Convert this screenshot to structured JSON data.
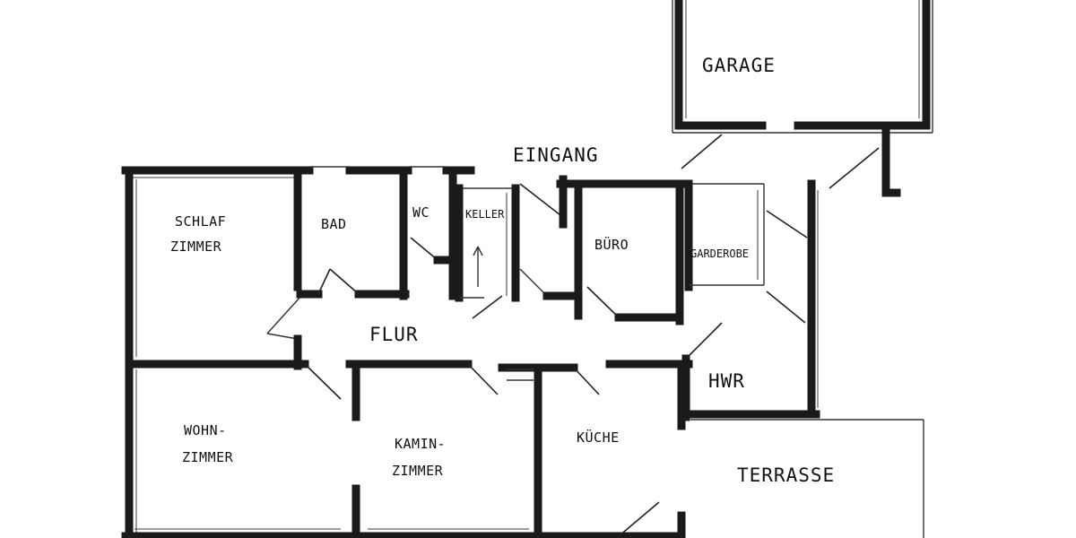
{
  "rooms": {
    "garage": "GARAGE",
    "eingang": "EINGANG",
    "schlaf_line1": "SCHLAF",
    "schlaf_line2": "ZIMMER",
    "bad": "BAD",
    "wc": "WC",
    "keller": "KELLER",
    "buero": "BÜRO",
    "garderobe": "GARDEROBE",
    "flur": "FLUR",
    "hwr": "HWR",
    "wohn_line1": "WOHN-",
    "wohn_line2": "ZIMMER",
    "kamin_line1": "KAMIN-",
    "kamin_line2": "ZIMMER",
    "kueche": "KÜCHE",
    "terrasse": "TERRASSE"
  }
}
